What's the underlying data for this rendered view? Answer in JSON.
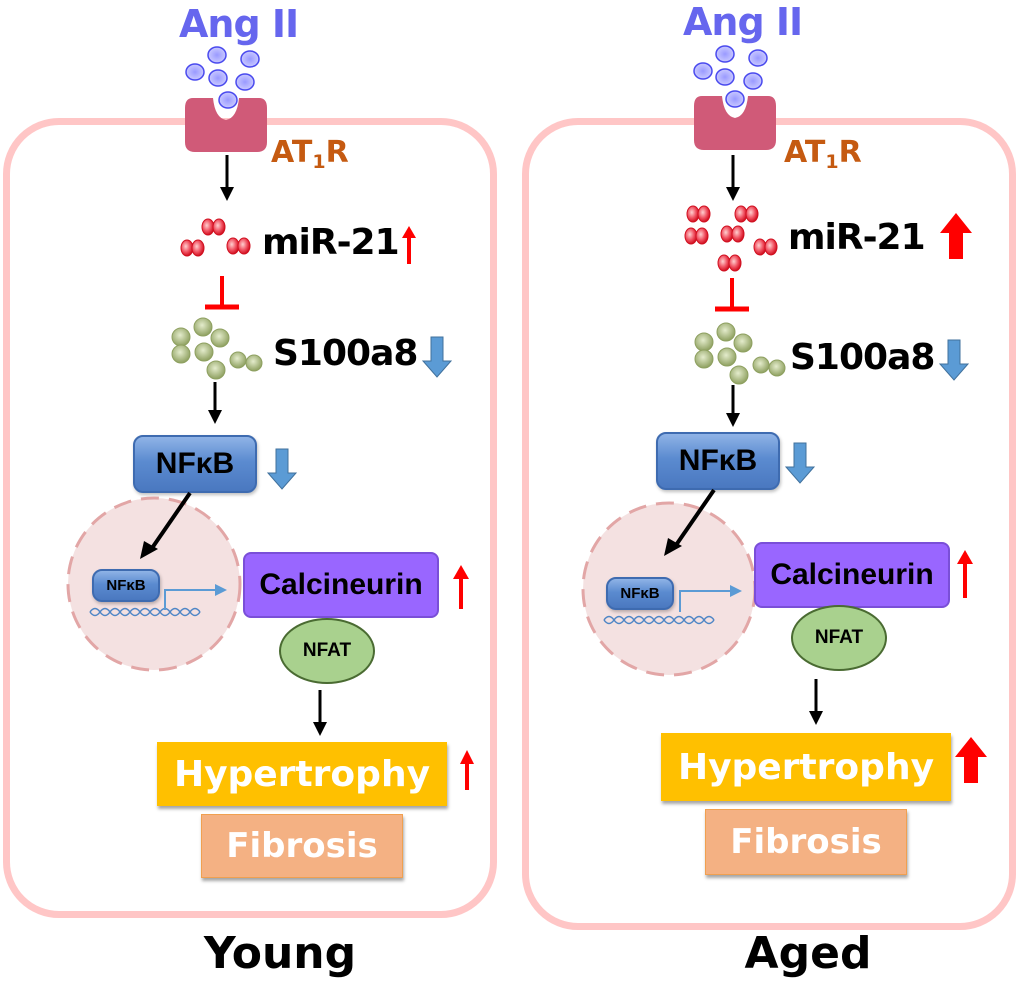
{
  "colors": {
    "ligand": "#6666ee",
    "receptor": "#d05a78",
    "receptor_label": "#c55a11",
    "membrane": "#ffc6c6",
    "mirna": "#e8293a",
    "s100": "#9db06a",
    "nfkb": "#5b8bd0",
    "calcineurin": "#9966ff",
    "nfat": "#a9d18e",
    "hypertrophy": "#ffc000",
    "fibrosis": "#f4b183",
    "up_arrow": "#ff0000",
    "down_arrow": "#5b9bd5",
    "inhibit": "#ff0000"
  },
  "panels": [
    {
      "id": "young",
      "caption": "Young",
      "ligand_label": "Ang II",
      "receptor_label_main": "AT",
      "receptor_label_sub": "1",
      "receptor_label_end": "R",
      "mirna_label": "miR-21",
      "mirna_change": "up-small",
      "s100_label": "S100a8",
      "s100_change": "down",
      "nfkb_label": "NFκB",
      "nfkb_change": "down",
      "nucleus_nfkb_label": "NFκB",
      "calcineurin_label": "Calcineurin",
      "calcineurin_change": "up-small",
      "nfat_label": "NFAT",
      "hypertrophy_label": "Hypertrophy",
      "hypertrophy_change": "up-small",
      "fibrosis_label": "Fibrosis"
    },
    {
      "id": "aged",
      "caption": "Aged",
      "ligand_label": "Ang II",
      "receptor_label_main": "AT",
      "receptor_label_sub": "1",
      "receptor_label_end": "R",
      "mirna_label": "miR-21",
      "mirna_change": "up-large",
      "s100_label": "S100a8",
      "s100_change": "down",
      "nfkb_label": "NFκB",
      "nfkb_change": "down",
      "nucleus_nfkb_label": "NFκB",
      "calcineurin_label": "Calcineurin",
      "calcineurin_change": "up-small",
      "nfat_label": "NFAT",
      "hypertrophy_label": "Hypertrophy",
      "hypertrophy_change": "up-large",
      "fibrosis_label": "Fibrosis"
    }
  ]
}
